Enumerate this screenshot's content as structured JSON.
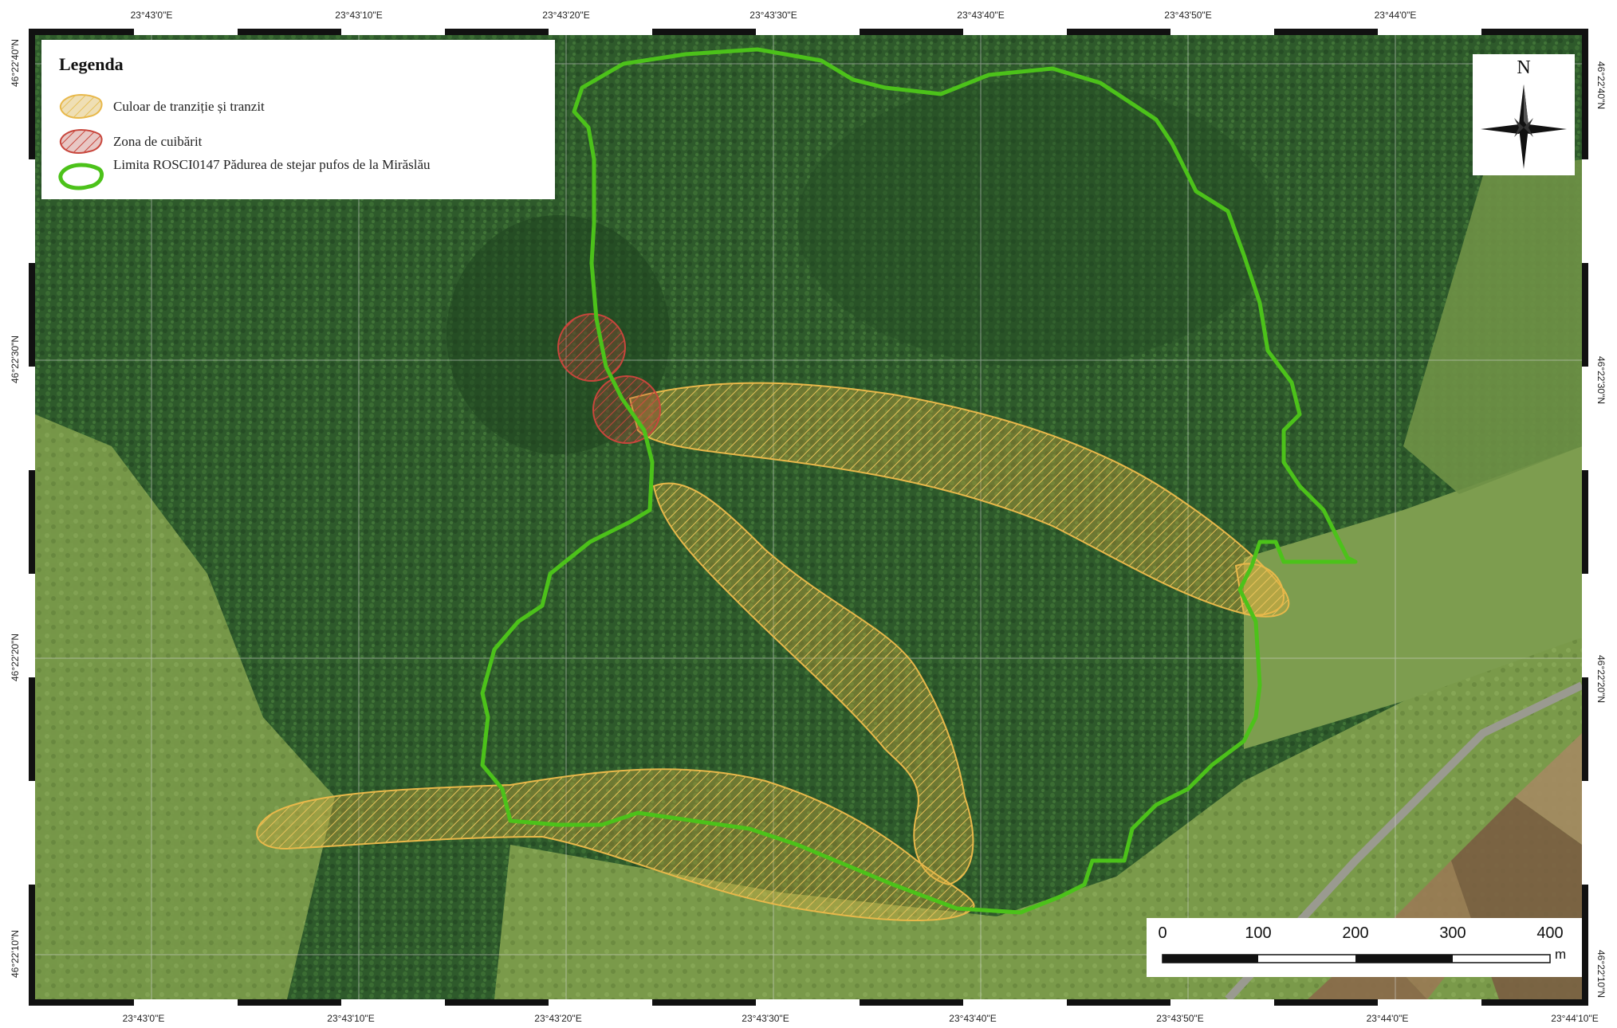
{
  "map": {
    "legend": {
      "title": "Legenda",
      "items": [
        {
          "label": "Culoar de tranziție și tranzit",
          "symbol": "hatch-yellow",
          "color": "#e8c25a"
        },
        {
          "label": "Zona de cuibărit",
          "symbol": "hatch-red",
          "color": "#d9534f"
        },
        {
          "label": "Limita ROSCI0147 Pădurea de stejar pufos de la Mirăslău",
          "symbol": "green-outline",
          "color": "#4cc21a"
        }
      ]
    },
    "north_arrow": {
      "label": "N"
    },
    "coords_top": [
      "23°43'0\"E",
      "23°43'10\"E",
      "23°43'20\"E",
      "23°43'30\"E",
      "23°43'40\"E",
      "23°43'50\"E",
      "23°44'0\"E"
    ],
    "coords_bottom": [
      "23°43'0\"E",
      "23°43'10\"E",
      "23°43'20\"E",
      "23°43'30\"E",
      "23°43'40\"E",
      "23°43'50\"E",
      "23°44'0\"E",
      "23°44'10\"E"
    ],
    "coords_left": [
      "46°22'40\"N",
      "46°22'30\"N",
      "46°22'20\"N",
      "46°22'10\"N"
    ],
    "coords_right": [
      "46°22'40\"N",
      "46°22'30\"N",
      "46°22'20\"N",
      "46°22'10\"N"
    ],
    "scalebar": {
      "ticks": [
        "0",
        "100",
        "200",
        "300",
        "400"
      ],
      "unit": "m"
    },
    "colors": {
      "forest": "#2f5a2a",
      "field": "#6f8f45",
      "boundary": "#4cc21a",
      "corridor": "#e8b84a",
      "nesting": "#c8463c"
    }
  }
}
